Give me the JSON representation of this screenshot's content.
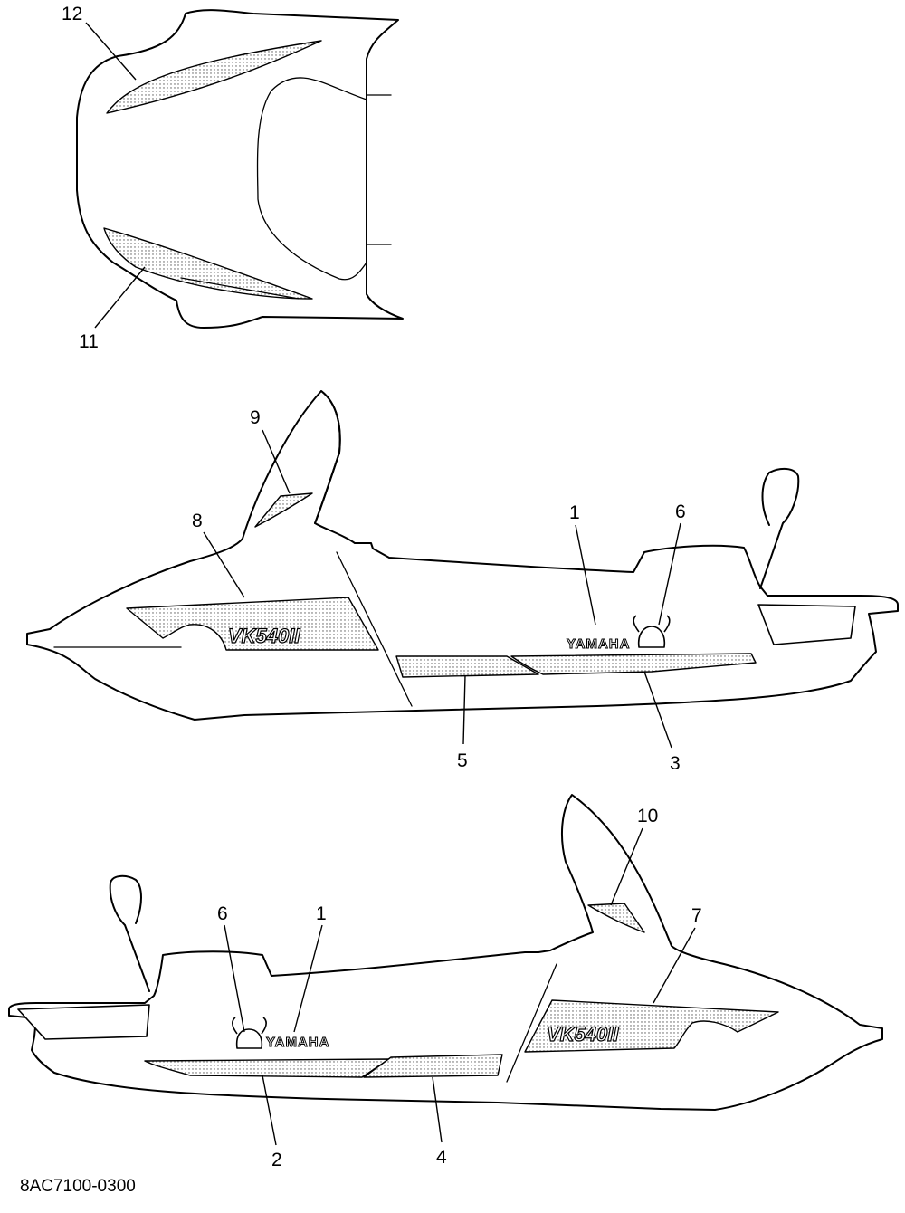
{
  "diagram": {
    "part_code": "8AC7100-0300",
    "decal_text": {
      "brand": "YAMAHA",
      "model": "VK540II"
    },
    "callouts": {
      "top": [
        "12",
        "11"
      ],
      "right_side": [
        "9",
        "8",
        "1",
        "6",
        "5",
        "3"
      ],
      "left_side": [
        "10",
        "7",
        "6",
        "1",
        "2",
        "4"
      ]
    }
  }
}
